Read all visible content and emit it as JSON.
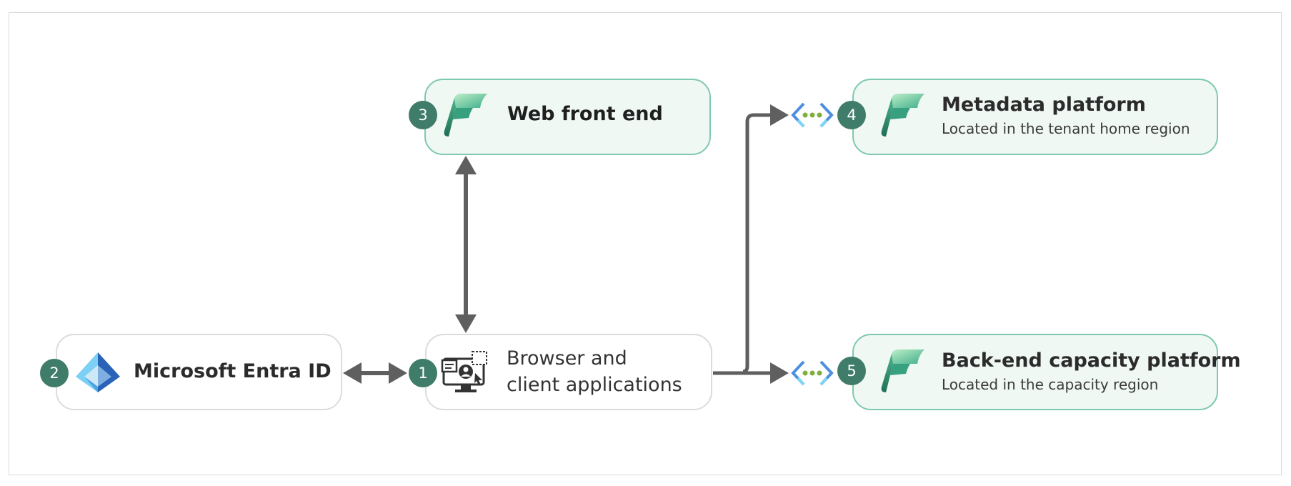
{
  "nodes": {
    "browser": {
      "badge": "1",
      "line1": "Browser and",
      "line2": "client applications",
      "icon": "monitor-user-icon"
    },
    "entra": {
      "badge": "2",
      "title": "Microsoft Entra ID",
      "icon": "entra-pyramid-icon"
    },
    "web_front_end": {
      "badge": "3",
      "title": "Web front end",
      "icon": "fabric-logo-icon"
    },
    "metadata": {
      "badge": "4",
      "title": "Metadata platform",
      "subtitle": "Located in the tenant home region",
      "icon": "fabric-logo-icon",
      "endpoint_icon": "private-endpoint-icon"
    },
    "backend": {
      "badge": "5",
      "title": "Back-end capacity platform",
      "subtitle": "Located in the capacity region",
      "icon": "fabric-logo-icon",
      "endpoint_icon": "private-endpoint-icon"
    }
  },
  "colors": {
    "badge": "#3f7c6a",
    "green_border": "#7ec8b0",
    "green_fill": "#f0f8f4",
    "gray_border": "#dcdcdc",
    "arrow": "#5f5f5f"
  }
}
